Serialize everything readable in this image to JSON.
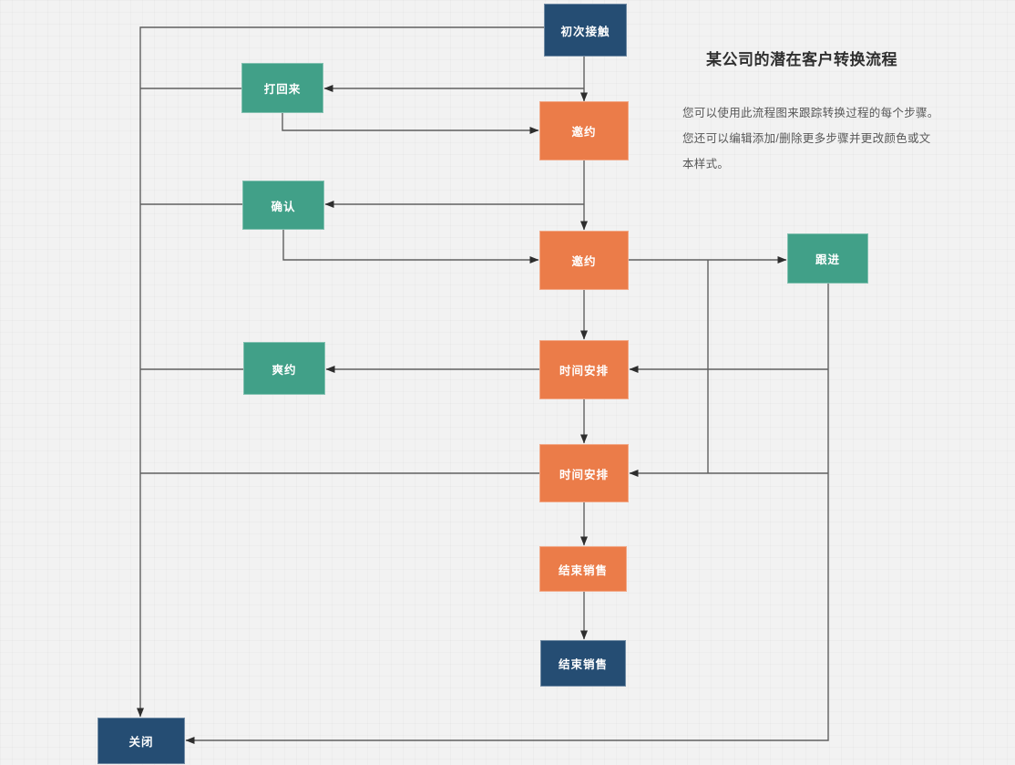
{
  "header": {
    "title": "某公司的潜在客户转换流程",
    "description_lines": [
      "您可以使用此流程图来跟踪转换过程的每个步骤。",
      "您还可以编辑添加/删除更多步骤并更改颜色或文",
      "本样式。"
    ]
  },
  "flowchart": {
    "colors": {
      "navy": "#254d73",
      "green": "#41a088",
      "orange": "#eb7c49",
      "connector": "#5f5f5f",
      "arrow": "#2d2d2d"
    },
    "nodes": [
      {
        "id": "initial-contact",
        "label": "初次接触",
        "color": "navy"
      },
      {
        "id": "call-back",
        "label": "打回来",
        "color": "green"
      },
      {
        "id": "invite-1",
        "label": "邀约",
        "color": "orange"
      },
      {
        "id": "confirm",
        "label": "确认",
        "color": "green"
      },
      {
        "id": "invite-2",
        "label": "邀约",
        "color": "orange"
      },
      {
        "id": "follow-up",
        "label": "跟进",
        "color": "green"
      },
      {
        "id": "no-show",
        "label": "爽约",
        "color": "green"
      },
      {
        "id": "schedule-1",
        "label": "时间安排",
        "color": "orange"
      },
      {
        "id": "schedule-2",
        "label": "时间安排",
        "color": "orange"
      },
      {
        "id": "close-sale-1",
        "label": "结束销售",
        "color": "orange"
      },
      {
        "id": "close-sale-2",
        "label": "结束销售",
        "color": "navy"
      },
      {
        "id": "close",
        "label": "关闭",
        "color": "navy"
      }
    ]
  }
}
